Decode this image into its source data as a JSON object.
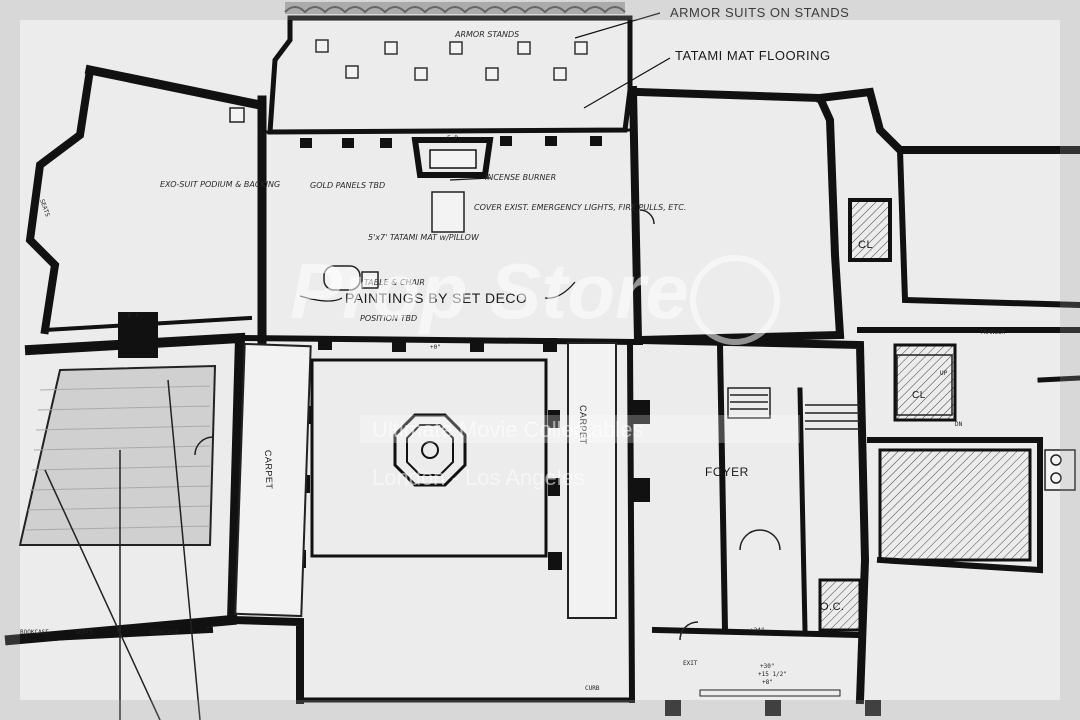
{
  "callouts": {
    "armor": "ARMOR SUITS ON STANDS",
    "tatami": "TATAMI MAT FLOORING",
    "paintings": "PAINTINGS BY SET DECO"
  },
  "handnotes": {
    "armor_stands": "ARMOR STANDS",
    "exo_suit": "EXO-SUIT PODIUM & BACKING",
    "gold_panels": "GOLD PANELS TBD",
    "incense": "INCENSE BURNER",
    "cover_exist": "COVER EXIST. EMERGENCY LIGHTS, FIRE PULLS, ETC.",
    "tatami_mat": "5'x7' TATAMI MAT w/PILLOW",
    "table_chair": "TABLE & CHAIR",
    "position_tbd": "POSITION TBD"
  },
  "labels": {
    "carpet": "CARPET",
    "foyer": "FOYER",
    "closet": "CL",
    "oc": "O.C.",
    "exit": "EXIT",
    "seats": "SEATS",
    "bookcase": "BOOKCASE",
    "transom": "TRANSOM",
    "up": "UP",
    "dn": "DN",
    "curb": "CURB",
    "fp": "F.P."
  },
  "dimensions": {
    "d0": "+0\"",
    "d24": "+24\"",
    "d30": "+30\"",
    "d15": "+15 1/2\"",
    "d8": "+8\""
  },
  "watermark": {
    "brand": "Prop Store",
    "tagline": "Ultimate Movie Collectables",
    "cities": "London - Los Angeles"
  }
}
